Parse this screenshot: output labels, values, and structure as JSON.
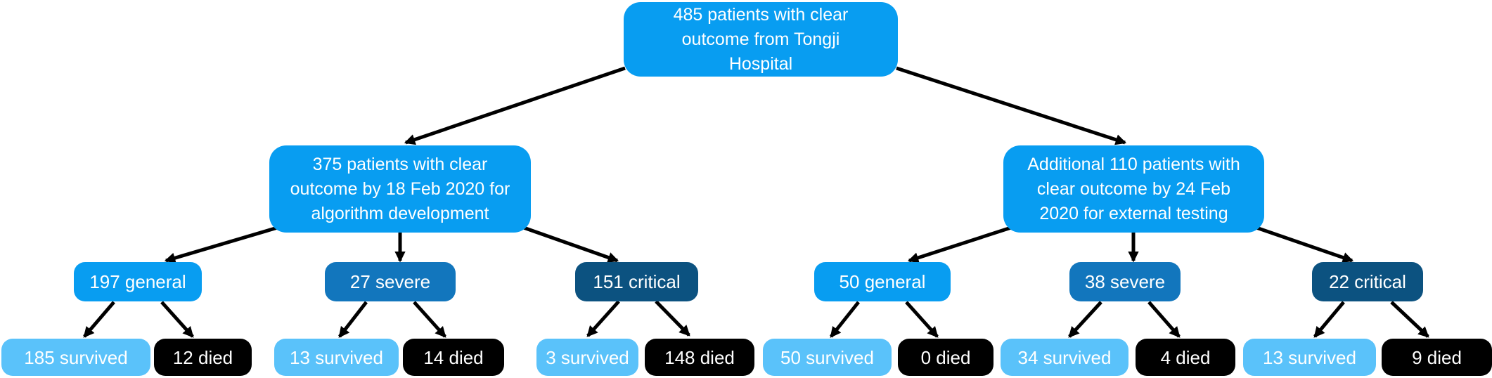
{
  "figure": {
    "kind": "patient-flow-diagram"
  },
  "colors": {
    "primary": "#089df1",
    "general": "#089df1",
    "severe": "#1276bd",
    "critical": "#0c5280",
    "survived": "#5ac2fa",
    "died": "#000000",
    "arrow": "#000000",
    "text": "#ffffff"
  },
  "nodes": {
    "root": {
      "label": "485 patients with clear\noutcome from Tongji\nHospital",
      "category": "primary"
    },
    "dev": {
      "label": "375 patients with clear\noutcome by 18 Feb 2020 for\nalgorithm development",
      "category": "primary"
    },
    "test": {
      "label": "Additional 110 patients with\nclear outcome by 24 Feb\n2020 for external testing",
      "category": "primary"
    },
    "dev_general": {
      "label": "197 general",
      "category": "general"
    },
    "dev_severe": {
      "label": "27 severe",
      "category": "severe"
    },
    "dev_critical": {
      "label": "151 critical",
      "category": "critical"
    },
    "test_general": {
      "label": "50 general",
      "category": "general"
    },
    "test_severe": {
      "label": "38 severe",
      "category": "severe"
    },
    "test_critical": {
      "label": "22 critical",
      "category": "critical"
    },
    "dev_general_survived": {
      "label": "185 survived",
      "category": "survived"
    },
    "dev_general_died": {
      "label": "12 died",
      "category": "died"
    },
    "dev_severe_survived": {
      "label": "13 survived",
      "category": "survived"
    },
    "dev_severe_died": {
      "label": "14 died",
      "category": "died"
    },
    "dev_critical_survived": {
      "label": "3 survived",
      "category": "survived"
    },
    "dev_critical_died": {
      "label": "148 died",
      "category": "died"
    },
    "test_general_survived": {
      "label": "50 survived",
      "category": "survived"
    },
    "test_general_died": {
      "label": "0 died",
      "category": "died"
    },
    "test_severe_survived": {
      "label": "34 survived",
      "category": "survived"
    },
    "test_severe_died": {
      "label": "4 died",
      "category": "died"
    },
    "test_critical_survived": {
      "label": "13 survived",
      "category": "survived"
    },
    "test_critical_died": {
      "label": "9 died",
      "category": "died"
    }
  },
  "edges": [
    {
      "from": "root",
      "to": "dev"
    },
    {
      "from": "root",
      "to": "test"
    },
    {
      "from": "dev",
      "to": "dev_general"
    },
    {
      "from": "dev",
      "to": "dev_severe"
    },
    {
      "from": "dev",
      "to": "dev_critical"
    },
    {
      "from": "test",
      "to": "test_general"
    },
    {
      "from": "test",
      "to": "test_severe"
    },
    {
      "from": "test",
      "to": "test_critical"
    },
    {
      "from": "dev_general",
      "to": "dev_general_survived"
    },
    {
      "from": "dev_general",
      "to": "dev_general_died"
    },
    {
      "from": "dev_severe",
      "to": "dev_severe_survived"
    },
    {
      "from": "dev_severe",
      "to": "dev_severe_died"
    },
    {
      "from": "dev_critical",
      "to": "dev_critical_survived"
    },
    {
      "from": "dev_critical",
      "to": "dev_critical_died"
    },
    {
      "from": "test_general",
      "to": "test_general_survived"
    },
    {
      "from": "test_general",
      "to": "test_general_died"
    },
    {
      "from": "test_severe",
      "to": "test_severe_survived"
    },
    {
      "from": "test_severe",
      "to": "test_severe_died"
    },
    {
      "from": "test_critical",
      "to": "test_critical_survived"
    },
    {
      "from": "test_critical",
      "to": "test_critical_died"
    }
  ]
}
